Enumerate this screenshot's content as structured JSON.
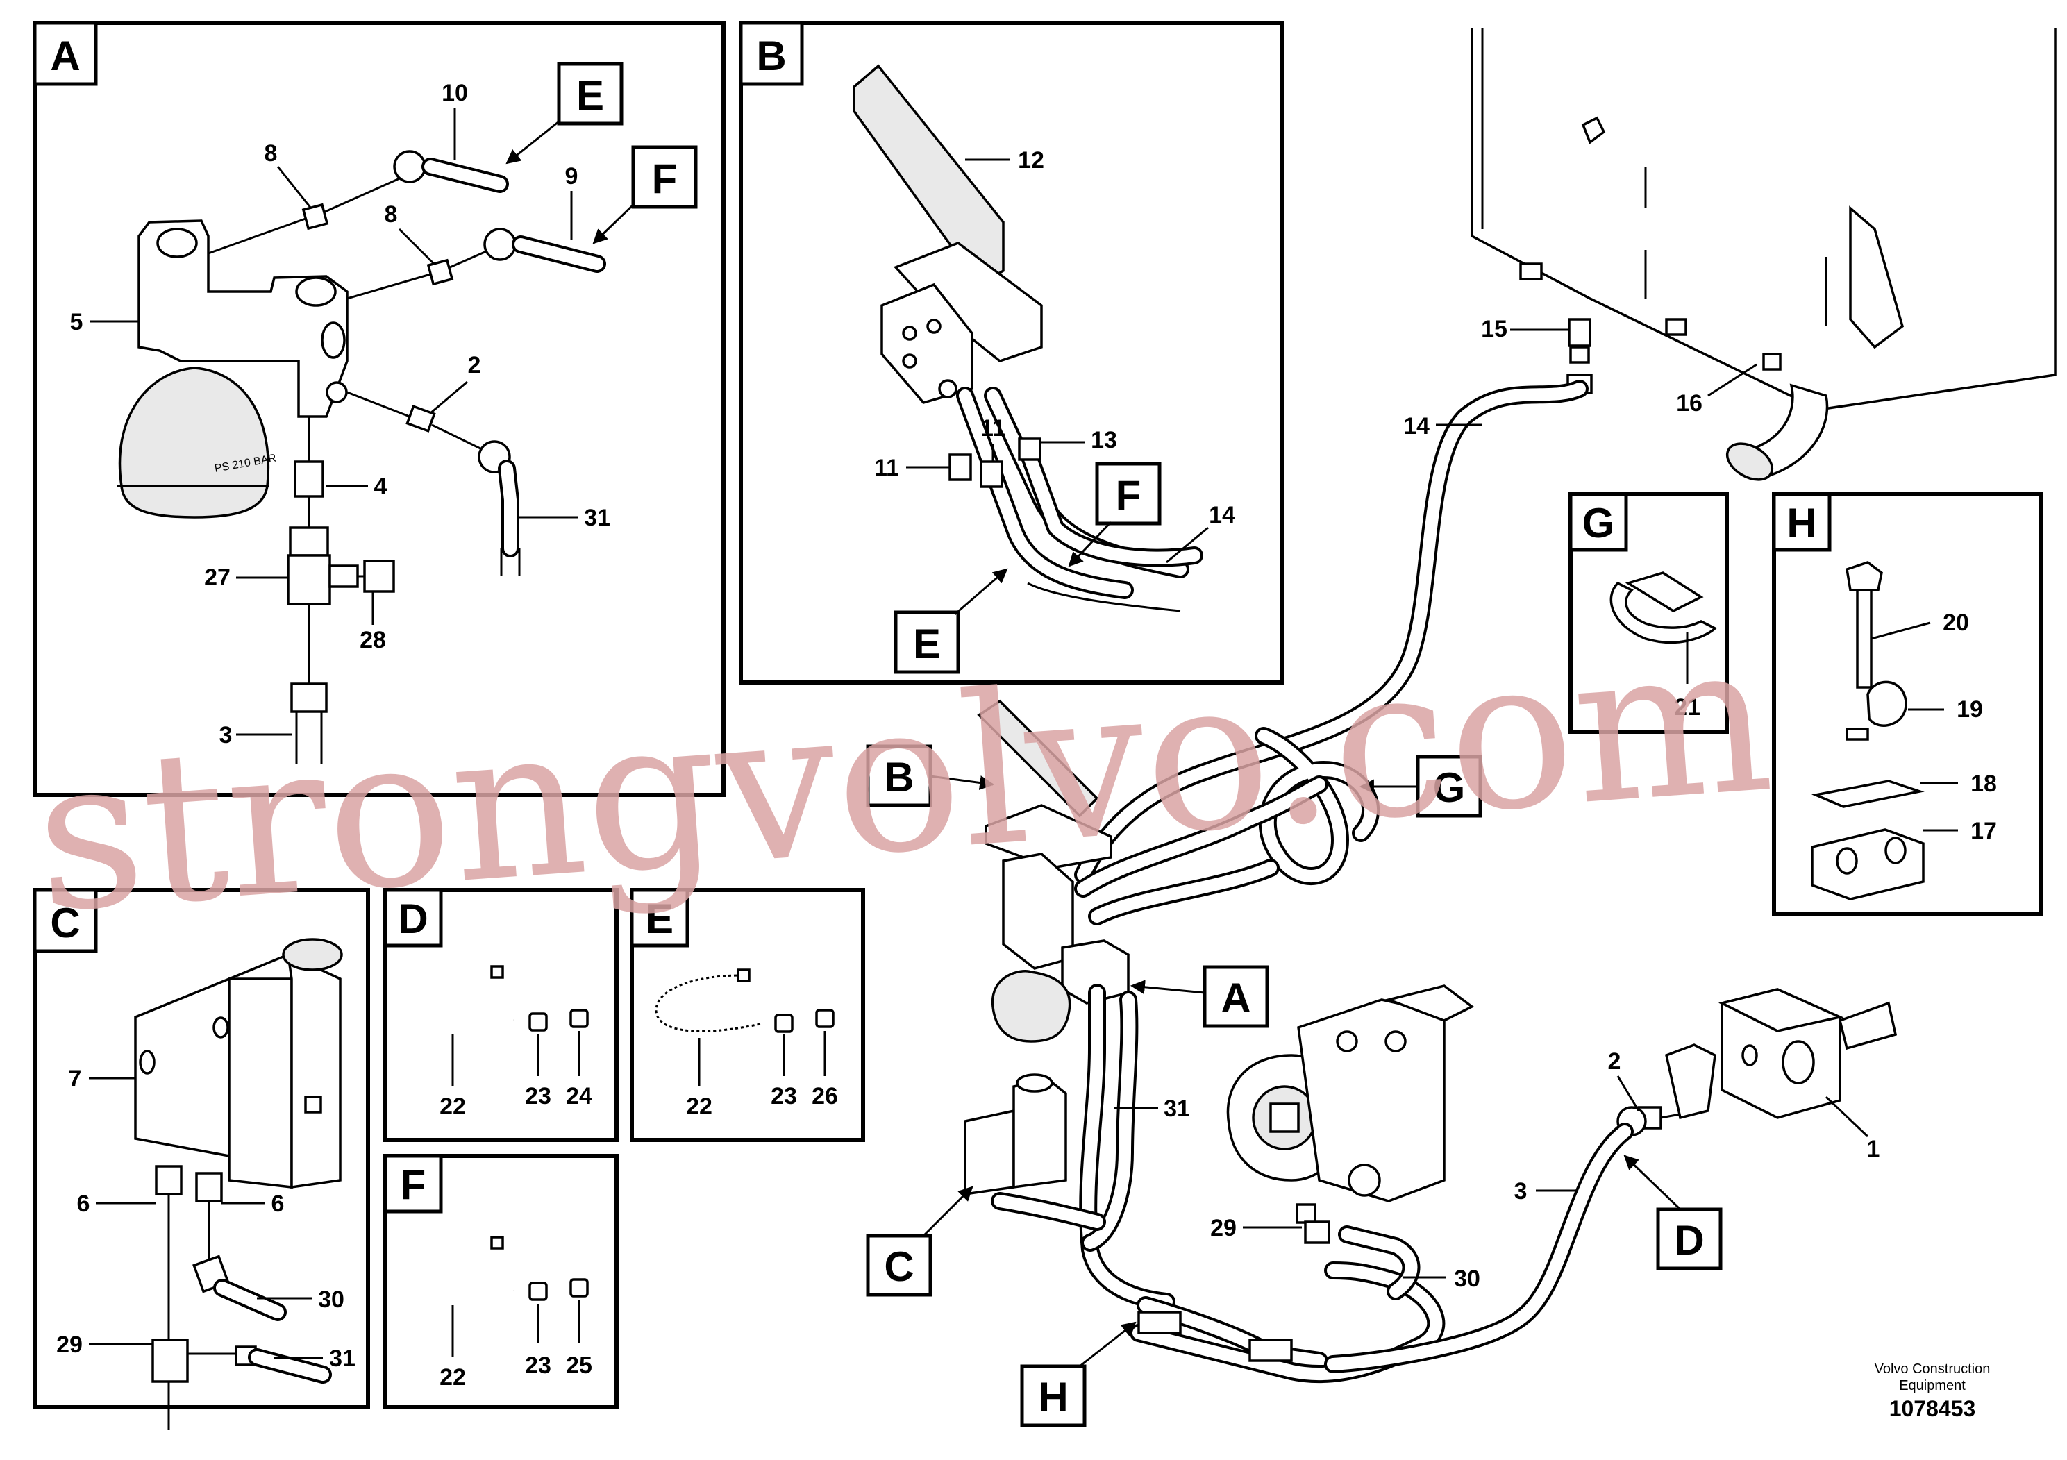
{
  "panels": {
    "A": {
      "letter": "A",
      "labels": [
        "10",
        "8",
        "9",
        "8",
        "5",
        "2",
        "4",
        "31",
        "27",
        "28",
        "3"
      ],
      "badge_e": "E",
      "badge_f": "F",
      "accumulator_text": "PS 210 BAR"
    },
    "B": {
      "letter": "B",
      "labels": [
        "12",
        "13",
        "11",
        "11",
        "14"
      ],
      "badge_f": "F",
      "badge_e": "E"
    },
    "C": {
      "letter": "C",
      "labels": [
        "7",
        "6",
        "6",
        "30",
        "29",
        "31"
      ]
    },
    "D": {
      "letter": "D",
      "labels": [
        "22",
        "23",
        "24"
      ]
    },
    "E": {
      "letter": "E",
      "labels": [
        "22",
        "23",
        "26"
      ]
    },
    "F": {
      "letter": "F",
      "labels": [
        "22",
        "23",
        "25"
      ]
    },
    "G": {
      "letter": "G",
      "labels": [
        "21"
      ]
    },
    "H": {
      "letter": "H",
      "labels": [
        "20",
        "19",
        "18",
        "17"
      ]
    }
  },
  "main": {
    "callouts": [
      "B",
      "G",
      "A",
      "C",
      "H",
      "D"
    ],
    "labels": [
      "15",
      "16",
      "14",
      "31",
      "29",
      "30",
      "2",
      "3",
      "1"
    ]
  },
  "watermark": "strongvolvo.com",
  "footer": {
    "brand_line1": "Volvo Construction",
    "brand_line2": "Equipment",
    "code": "1078453"
  }
}
